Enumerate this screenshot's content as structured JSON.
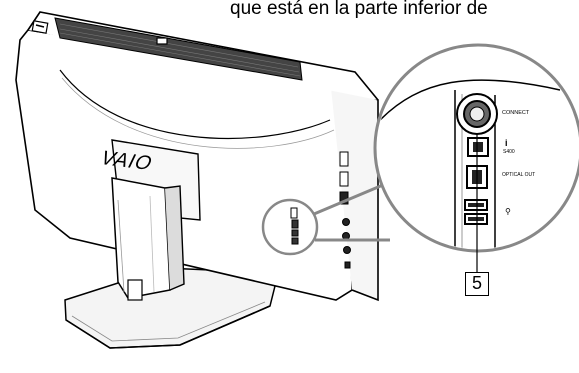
{
  "caption": "que está en la parte inferior de",
  "brand_logo": "VAIO",
  "zoom_labels": {
    "connect": "CONNECT",
    "i_link": "S400",
    "optical_out": "OPTICAL OUT"
  },
  "callout_number": "5",
  "icons": [
    "i-link-icon",
    "usb-icon",
    "headphone-icon"
  ],
  "colors": {
    "outline": "#000000",
    "body": "#ffffff",
    "shade": "#555555"
  }
}
